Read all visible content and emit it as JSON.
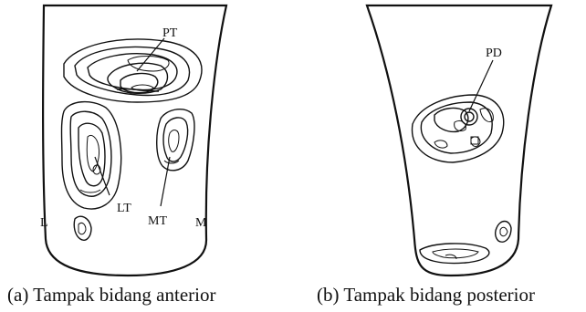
{
  "panels": [
    {
      "caption": "(a) Tampak bidang anterior",
      "labels": {
        "pt": "PT",
        "lt": "LT",
        "mt": "MT",
        "l": "L",
        "m": "M"
      }
    },
    {
      "caption": "(b) Tampak bidang posterior",
      "labels": {
        "pd": "PD"
      }
    }
  ]
}
